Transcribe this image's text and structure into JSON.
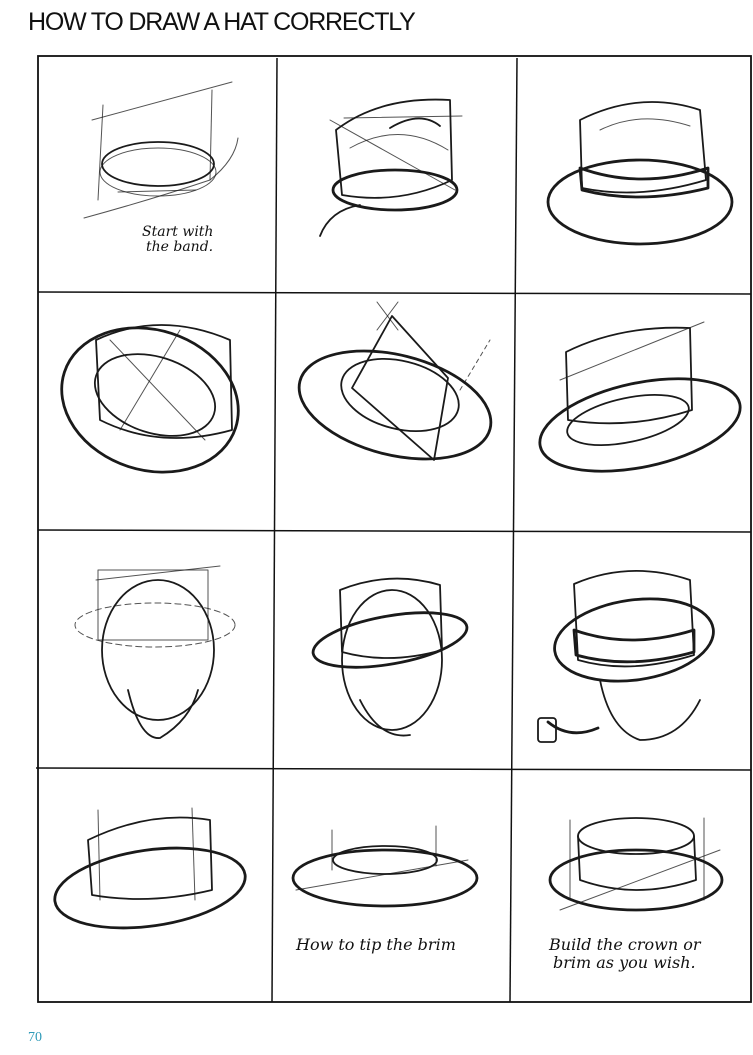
{
  "title": "HOW TO DRAW A HAT CORRECTLY",
  "page_number": "70",
  "panels": [
    {
      "caption_line1": "Start with",
      "caption_line2": "the band."
    },
    {},
    {},
    {},
    {},
    {},
    {},
    {},
    {},
    {},
    {
      "caption_line1": "How to tip the brim",
      "caption_line2": ""
    },
    {
      "caption_line1": "Build the crown or",
      "caption_line2": "brim as you wish."
    }
  ]
}
